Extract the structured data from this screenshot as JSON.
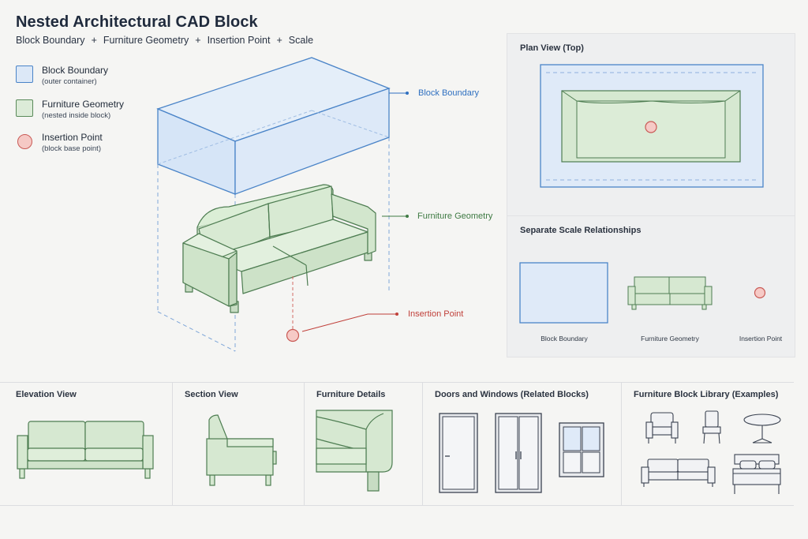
{
  "title": "Nested Architectural CAD Block",
  "subtitle": {
    "parts": [
      "Block Boundary",
      "Furniture Geometry",
      "Insertion Point",
      "Scale"
    ],
    "separator": "+"
  },
  "legend": [
    {
      "title": "Block Boundary",
      "sub": "(outer container)",
      "color": "#dce8f7",
      "stroke": "#4a84c8"
    },
    {
      "title": "Furniture Geometry",
      "sub": "(nested inside block)",
      "color": "#dcebd8",
      "stroke": "#5a8a5a"
    },
    {
      "title": "Insertion Point",
      "sub": "(block base point)",
      "color": "#f5c9c5",
      "stroke": "#c95a55"
    }
  ],
  "callouts": {
    "block_boundary": {
      "text": "Block Boundary",
      "color": "#2f70c0"
    },
    "furniture_geometry": {
      "text": "Furniture Geometry",
      "color": "#3e7a43"
    },
    "insertion_point": {
      "text": "Insertion Point",
      "color": "#c0403a"
    }
  },
  "plan_view": {
    "title": "Plan View (Top)"
  },
  "scale": {
    "title": "Separate Scale Relationships",
    "labels": [
      "Block Boundary",
      "Furniture Geometry",
      "Insertion Point"
    ]
  },
  "bottom_panels": [
    {
      "title": "Elevation View"
    },
    {
      "title": "Section View"
    },
    {
      "title": "Furniture Details"
    },
    {
      "title": "Doors and Windows (Related Blocks)"
    },
    {
      "title": "Furniture Block Library (Examples)"
    }
  ]
}
